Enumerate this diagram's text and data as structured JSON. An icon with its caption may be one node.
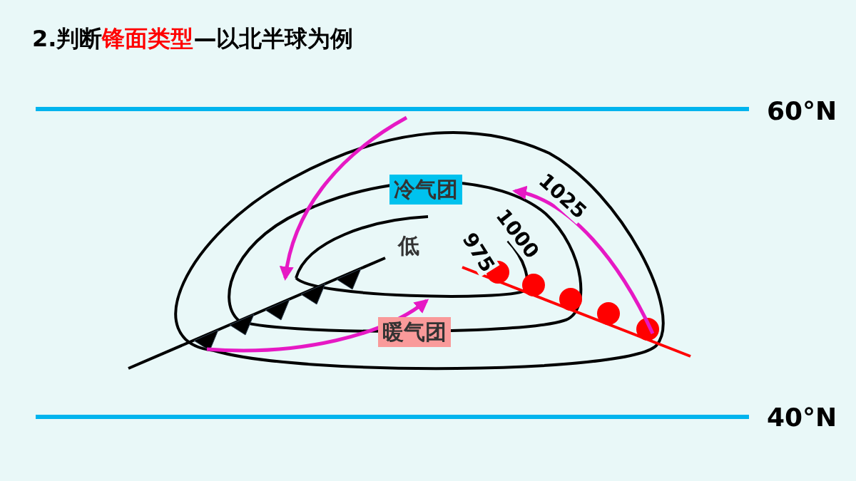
{
  "diagram": {
    "title": "2.判断**锋面类型**—以北半球为例",
    "nodes": [
      {
        "text": [
          "冷气团"
        ]
      },
      {
        "text": [
          "暖气团"
        ]
      }
    ],
    "labels": [
      "60°N",
      "1025",
      "1000",
      "975",
      "低",
      "40°N"
    ]
  }
}
